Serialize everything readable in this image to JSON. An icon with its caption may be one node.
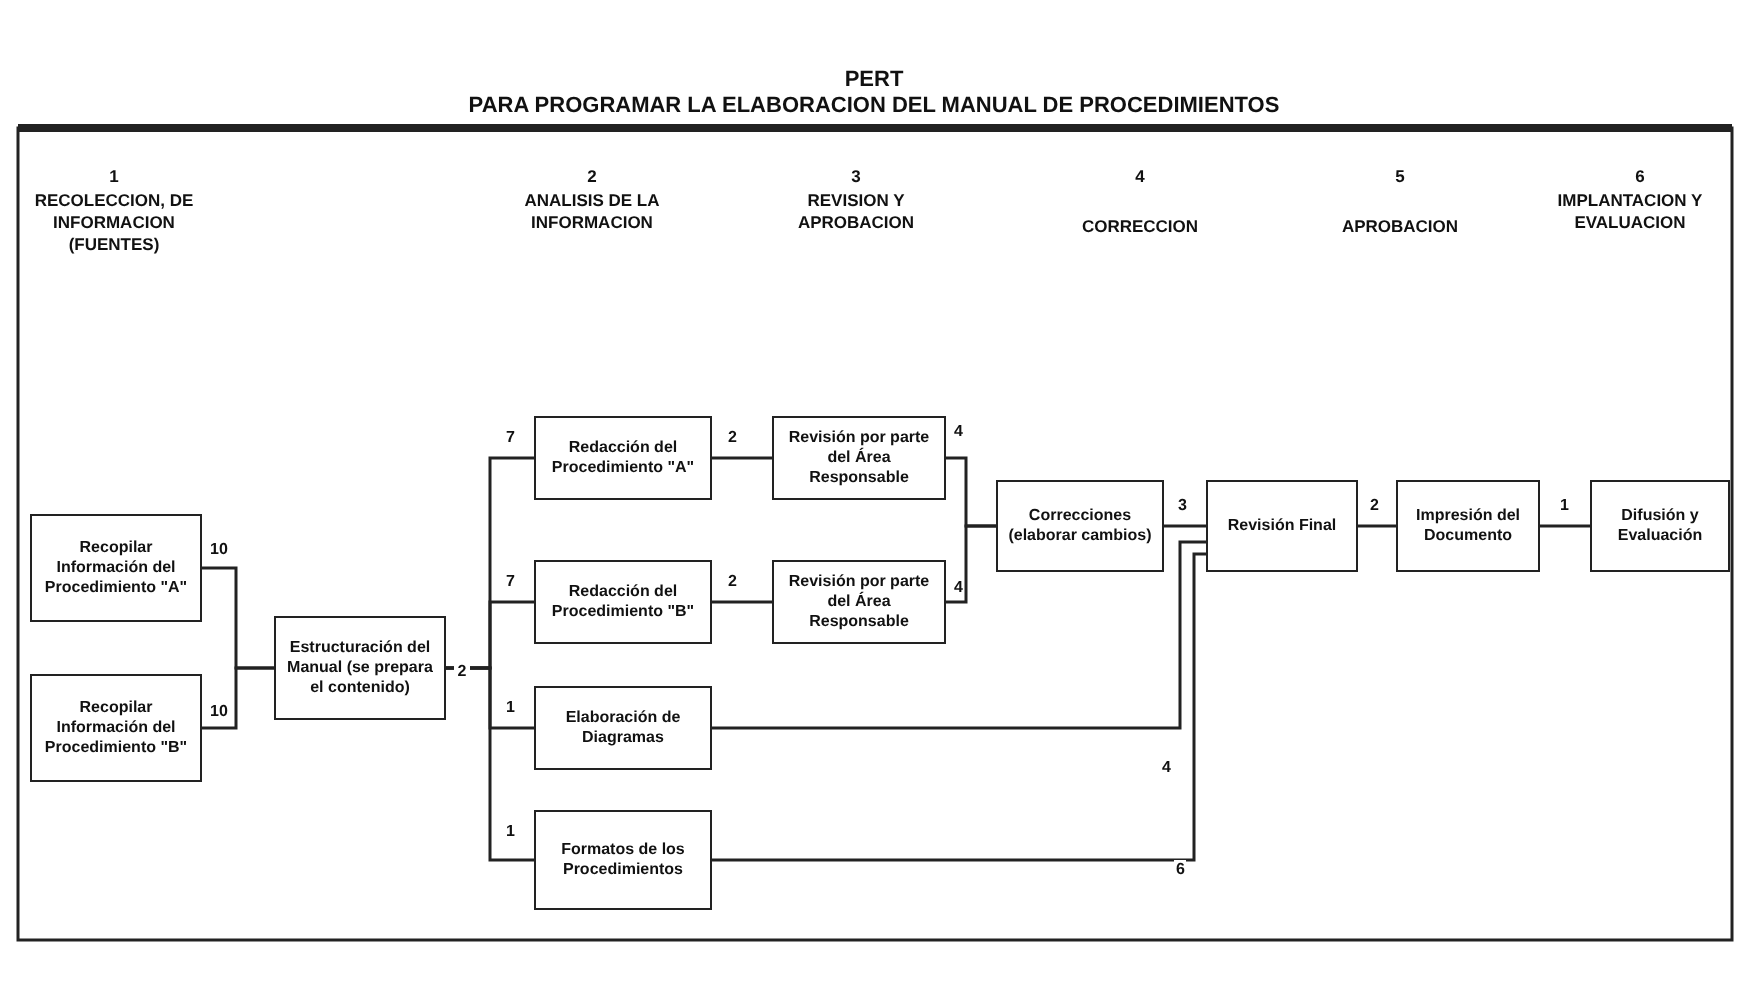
{
  "diagram": {
    "title": "PERT",
    "nodes": [
      {
        "text": [
          "Recopilar Información del Procedimiento \"A\""
        ]
      },
      {
        "text": [
          "Recopilar Información del Procedimiento \"B\""
        ]
      },
      {
        "text": [
          "Estructuración del Manual (se prepara el contenido)"
        ]
      },
      {
        "text": [
          "Redacción del Procedimiento \"A\""
        ]
      },
      {
        "text": [
          "Redacción del Procedimiento \"B\""
        ]
      },
      {
        "text": [
          "Elaboración de Diagramas"
        ]
      },
      {
        "text": [
          "Formatos de los Procedimientos"
        ]
      },
      {
        "text": [
          "Revisión por parte del Área Responsable"
        ]
      },
      {
        "text": [
          "Revisión por parte del Área Responsable"
        ]
      },
      {
        "text": [
          "Correcciones (elaborar cambios)"
        ]
      },
      {
        "text": [
          "Revisión Final"
        ]
      },
      {
        "text": [
          "Impresión del Documento"
        ]
      },
      {
        "text": [
          "Difusión y Evaluación"
        ]
      }
    ],
    "edges": [
      {
        "from": 0,
        "to": 2,
        "arrow": "none",
        "label": "10"
      },
      {
        "from": 1,
        "to": 2,
        "arrow": "none",
        "label": "10"
      },
      {
        "from": 2,
        "to": 3,
        "arrow": "none",
        "label": "7"
      },
      {
        "from": 2,
        "to": 4,
        "arrow": "none",
        "label": "7"
      },
      {
        "from": 2,
        "to": 5,
        "arrow": "none",
        "label": "1"
      },
      {
        "from": 2,
        "to": 6,
        "arrow": "none",
        "label": "1"
      },
      {
        "from": 3,
        "to": 7,
        "arrow": "none",
        "label": "2"
      },
      {
        "from": 4,
        "to": 8,
        "arrow": "none",
        "label": "2"
      },
      {
        "from": 7,
        "to": 9,
        "arrow": "none",
        "label": "4"
      },
      {
        "from": 8,
        "to": 9,
        "arrow": "none",
        "label": "4"
      },
      {
        "from": 9,
        "to": 10,
        "arrow": "none",
        "label": "3"
      },
      {
        "from": 5,
        "to": 10,
        "arrow": "none",
        "label": "4"
      },
      {
        "from": 6,
        "to": 10,
        "arrow": "none",
        "label": "6"
      },
      {
        "from": 10,
        "to": 11,
        "arrow": "none",
        "label": "2"
      },
      {
        "from": 11,
        "to": 12,
        "arrow": "none",
        "label": "1"
      }
    ],
    "labels": [
      "PARA PROGRAMAR LA ELABORACION DEL MANUAL DE PROCEDIMIENTOS",
      "1",
      "RECOLECCION, DE INFORMACION (FUENTES)",
      "2",
      "ANALISIS DE LA INFORMACION",
      "3",
      "REVISION Y APROBACION",
      "4",
      "CORRECCION",
      "5",
      "APROBACION",
      "6",
      "IMPLANTACION Y EVALUACION",
      "2"
    ]
  }
}
